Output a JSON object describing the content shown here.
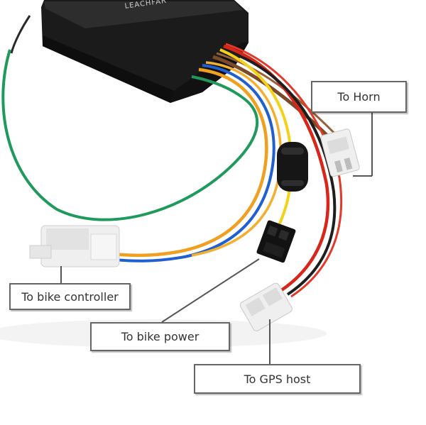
{
  "photo": {
    "labels": {
      "horn": "To Horn",
      "controller": "To bike controller",
      "power": "To bike power",
      "gps": "To GPS host"
    },
    "logo_text": "LEACHFAR",
    "colors": {
      "box": "#1a1a1a",
      "wire_green": "#1f9a5c",
      "wire_orange": "#f0a020",
      "wire_blue": "#1f5fd0",
      "wire_red": "#d8261a",
      "wire_brown": "#7a4a2a",
      "wire_yellow": "#f4d21a",
      "connector_white": "#efefef",
      "label_border": "#666666"
    }
  }
}
